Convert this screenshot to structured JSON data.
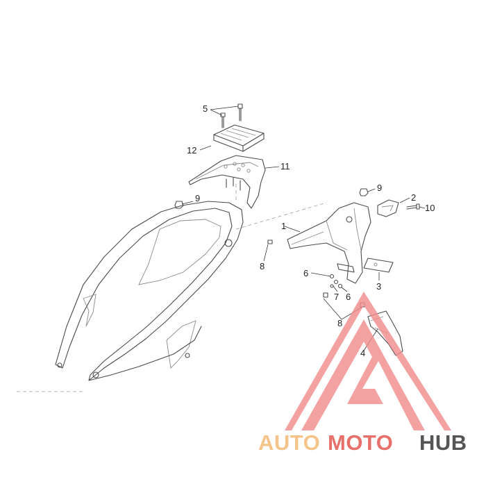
{
  "diagram": {
    "callouts": {
      "c1": "1",
      "c2": "2",
      "c3": "3",
      "c4": "4",
      "c5": "5",
      "c6a": "6",
      "c6b": "6",
      "c7": "7",
      "c8a": "8",
      "c8b": "8",
      "c9a": "9",
      "c9b": "9",
      "c10": "10",
      "c11": "11",
      "c12": "12"
    }
  },
  "watermark": {
    "logo_text_part1": "AUTO",
    "logo_text_part2": "MOTO",
    "logo_text_part3": "HUB",
    "colors": {
      "triangle": "#f08c8c",
      "auto": "#f5c48a",
      "moto": "#e8706a",
      "hub": "#555555"
    }
  }
}
